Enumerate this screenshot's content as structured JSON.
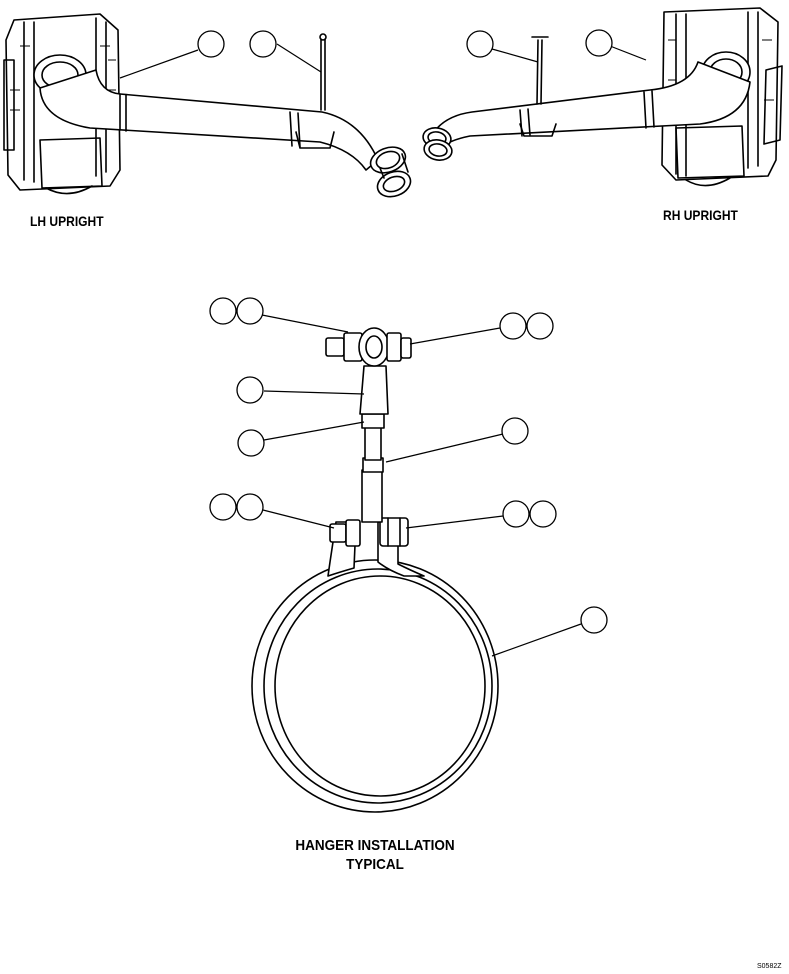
{
  "labels": {
    "lh_upright": "LH UPRIGHT",
    "rh_upright": "RH UPRIGHT",
    "hanger_line1": "HANGER INSTALLATION",
    "hanger_line2": "TYPICAL",
    "drawing_code": "S0582Z"
  },
  "callouts": [
    {
      "group": "lh-upright",
      "count": 2
    },
    {
      "group": "rh-upright",
      "count": 2
    },
    {
      "group": "hanger-top-left",
      "count": 2
    },
    {
      "group": "hanger-top-right",
      "count": 2
    },
    {
      "group": "hanger-rod",
      "count": 1
    },
    {
      "group": "hanger-sleeve-left",
      "count": 1
    },
    {
      "group": "hanger-sleeve-right",
      "count": 1
    },
    {
      "group": "hanger-bottom-left",
      "count": 2
    },
    {
      "group": "hanger-bottom-right",
      "count": 2
    },
    {
      "group": "hanger-clamp",
      "count": 1
    }
  ]
}
